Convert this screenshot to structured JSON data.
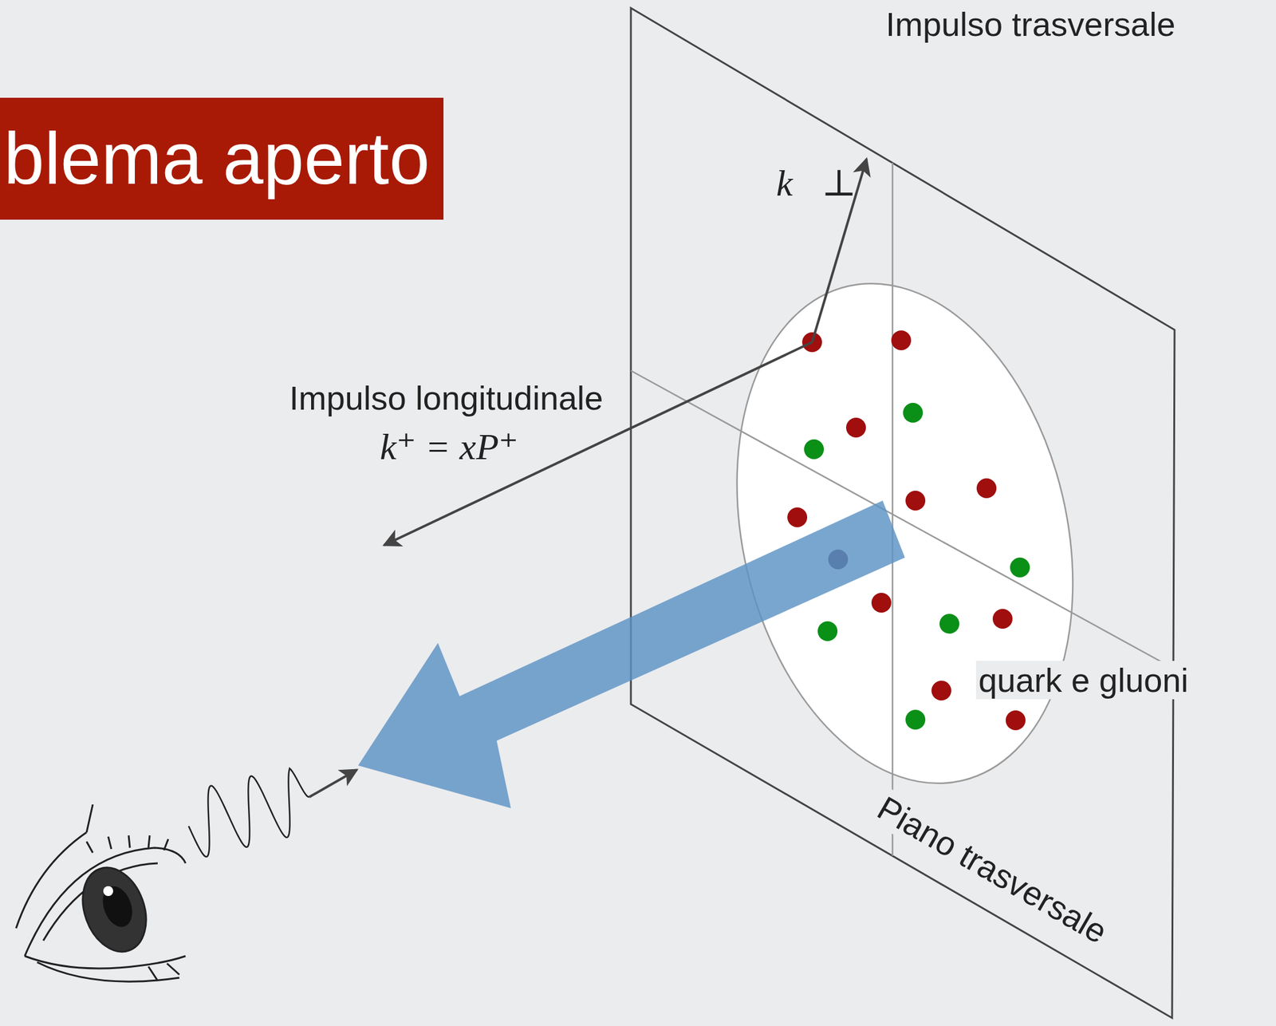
{
  "diagram": {
    "title": "blema aperto",
    "labels": [
      "Impulso trasversale",
      "k⃗⊥",
      "Impulso longitudinale",
      "k⁺ = xP⁺",
      "quark e gluoni",
      "Piano trasversale"
    ]
  }
}
